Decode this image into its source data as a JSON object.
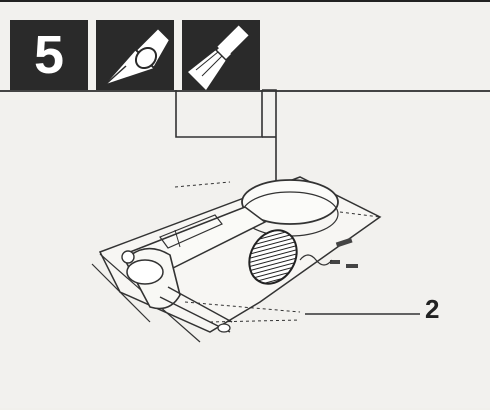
{
  "step": {
    "number": "5"
  },
  "tools": [
    {
      "name": "craft-knife",
      "icon": "craft-knife-icon"
    },
    {
      "name": "glue-brush",
      "icon": "glue-brush-icon"
    }
  ],
  "callouts": [
    {
      "label": "2"
    }
  ],
  "colors": {
    "badge": "#2a2a2a",
    "line": "#333333",
    "paper": "#f2f1ee"
  }
}
